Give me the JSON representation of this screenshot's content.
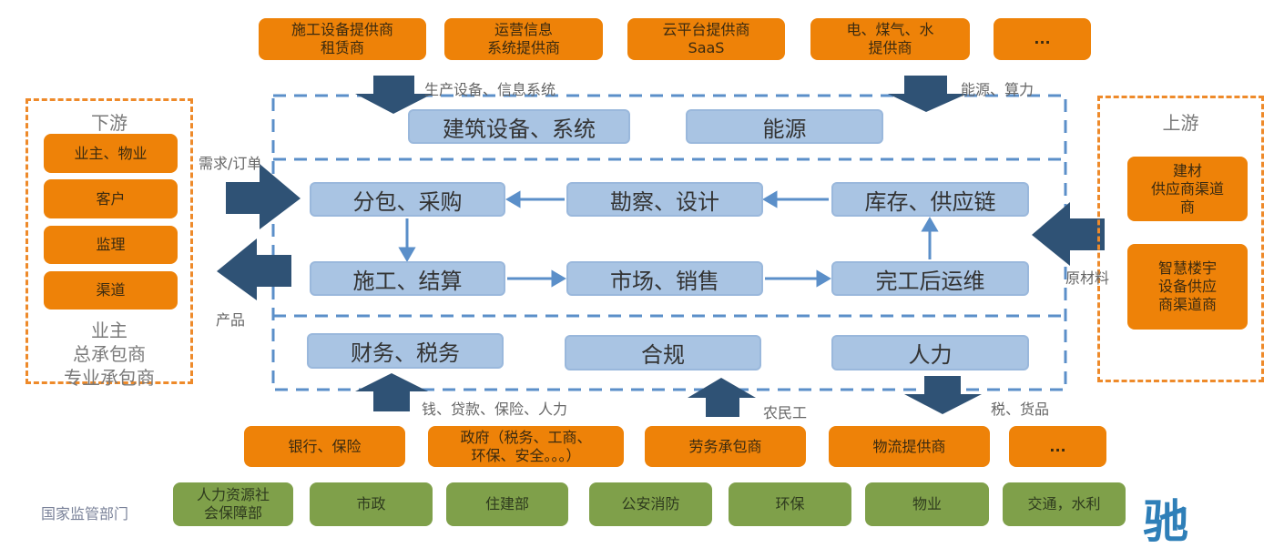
{
  "top_suppliers": [
    "施工设备提供商\n租赁商",
    "运营信息\n系统提供商",
    "云平台提供商\nSaaS",
    "电、煤气、水\n提供商",
    "..."
  ],
  "top_flow_labels": {
    "left": "生产设备、信息系统",
    "right": "能源、算力"
  },
  "core": {
    "row_top": [
      "建筑设备、系统",
      "能源"
    ],
    "row1": [
      "分包、采购",
      "勘察、设计",
      "库存、供应链"
    ],
    "row2": [
      "施工、结算",
      "市场、销售",
      "完工后运维"
    ],
    "row_bottom": [
      "财务、税务",
      "合规",
      "人力"
    ]
  },
  "downstream": {
    "title": "下游",
    "items": [
      "业主、物业",
      "客户",
      "监理",
      "渠道"
    ],
    "note": "业主\n总承包商\n专业承包商",
    "in_label": "需求/订单",
    "out_label": "产品"
  },
  "upstream": {
    "title": "上游",
    "items": [
      "建材\n供应商渠道\n商",
      "智慧楼宇\n设备供应\n商渠道商"
    ],
    "in_label": "原材料"
  },
  "bottom_flow_labels": {
    "finance": "钱、贷款、保险、人力",
    "labor": "农民工",
    "tax": "税、货品"
  },
  "bottom_suppliers": [
    "银行、保险",
    "政府（税务、工商、\n环保、安全。。。）",
    "劳务承包商",
    "物流提供商",
    "..."
  ],
  "regulators": {
    "label": "国家监管部门",
    "items": [
      "人力资源社\n会保障部",
      "市政",
      "住建部",
      "公安消防",
      "环保",
      "物业",
      "交通，水利"
    ]
  },
  "watermark": "驰",
  "colors": {
    "orange": "#ee8208",
    "blue": "#a9c4e3",
    "green": "#7fa04a",
    "arrow": "#2f5275"
  }
}
